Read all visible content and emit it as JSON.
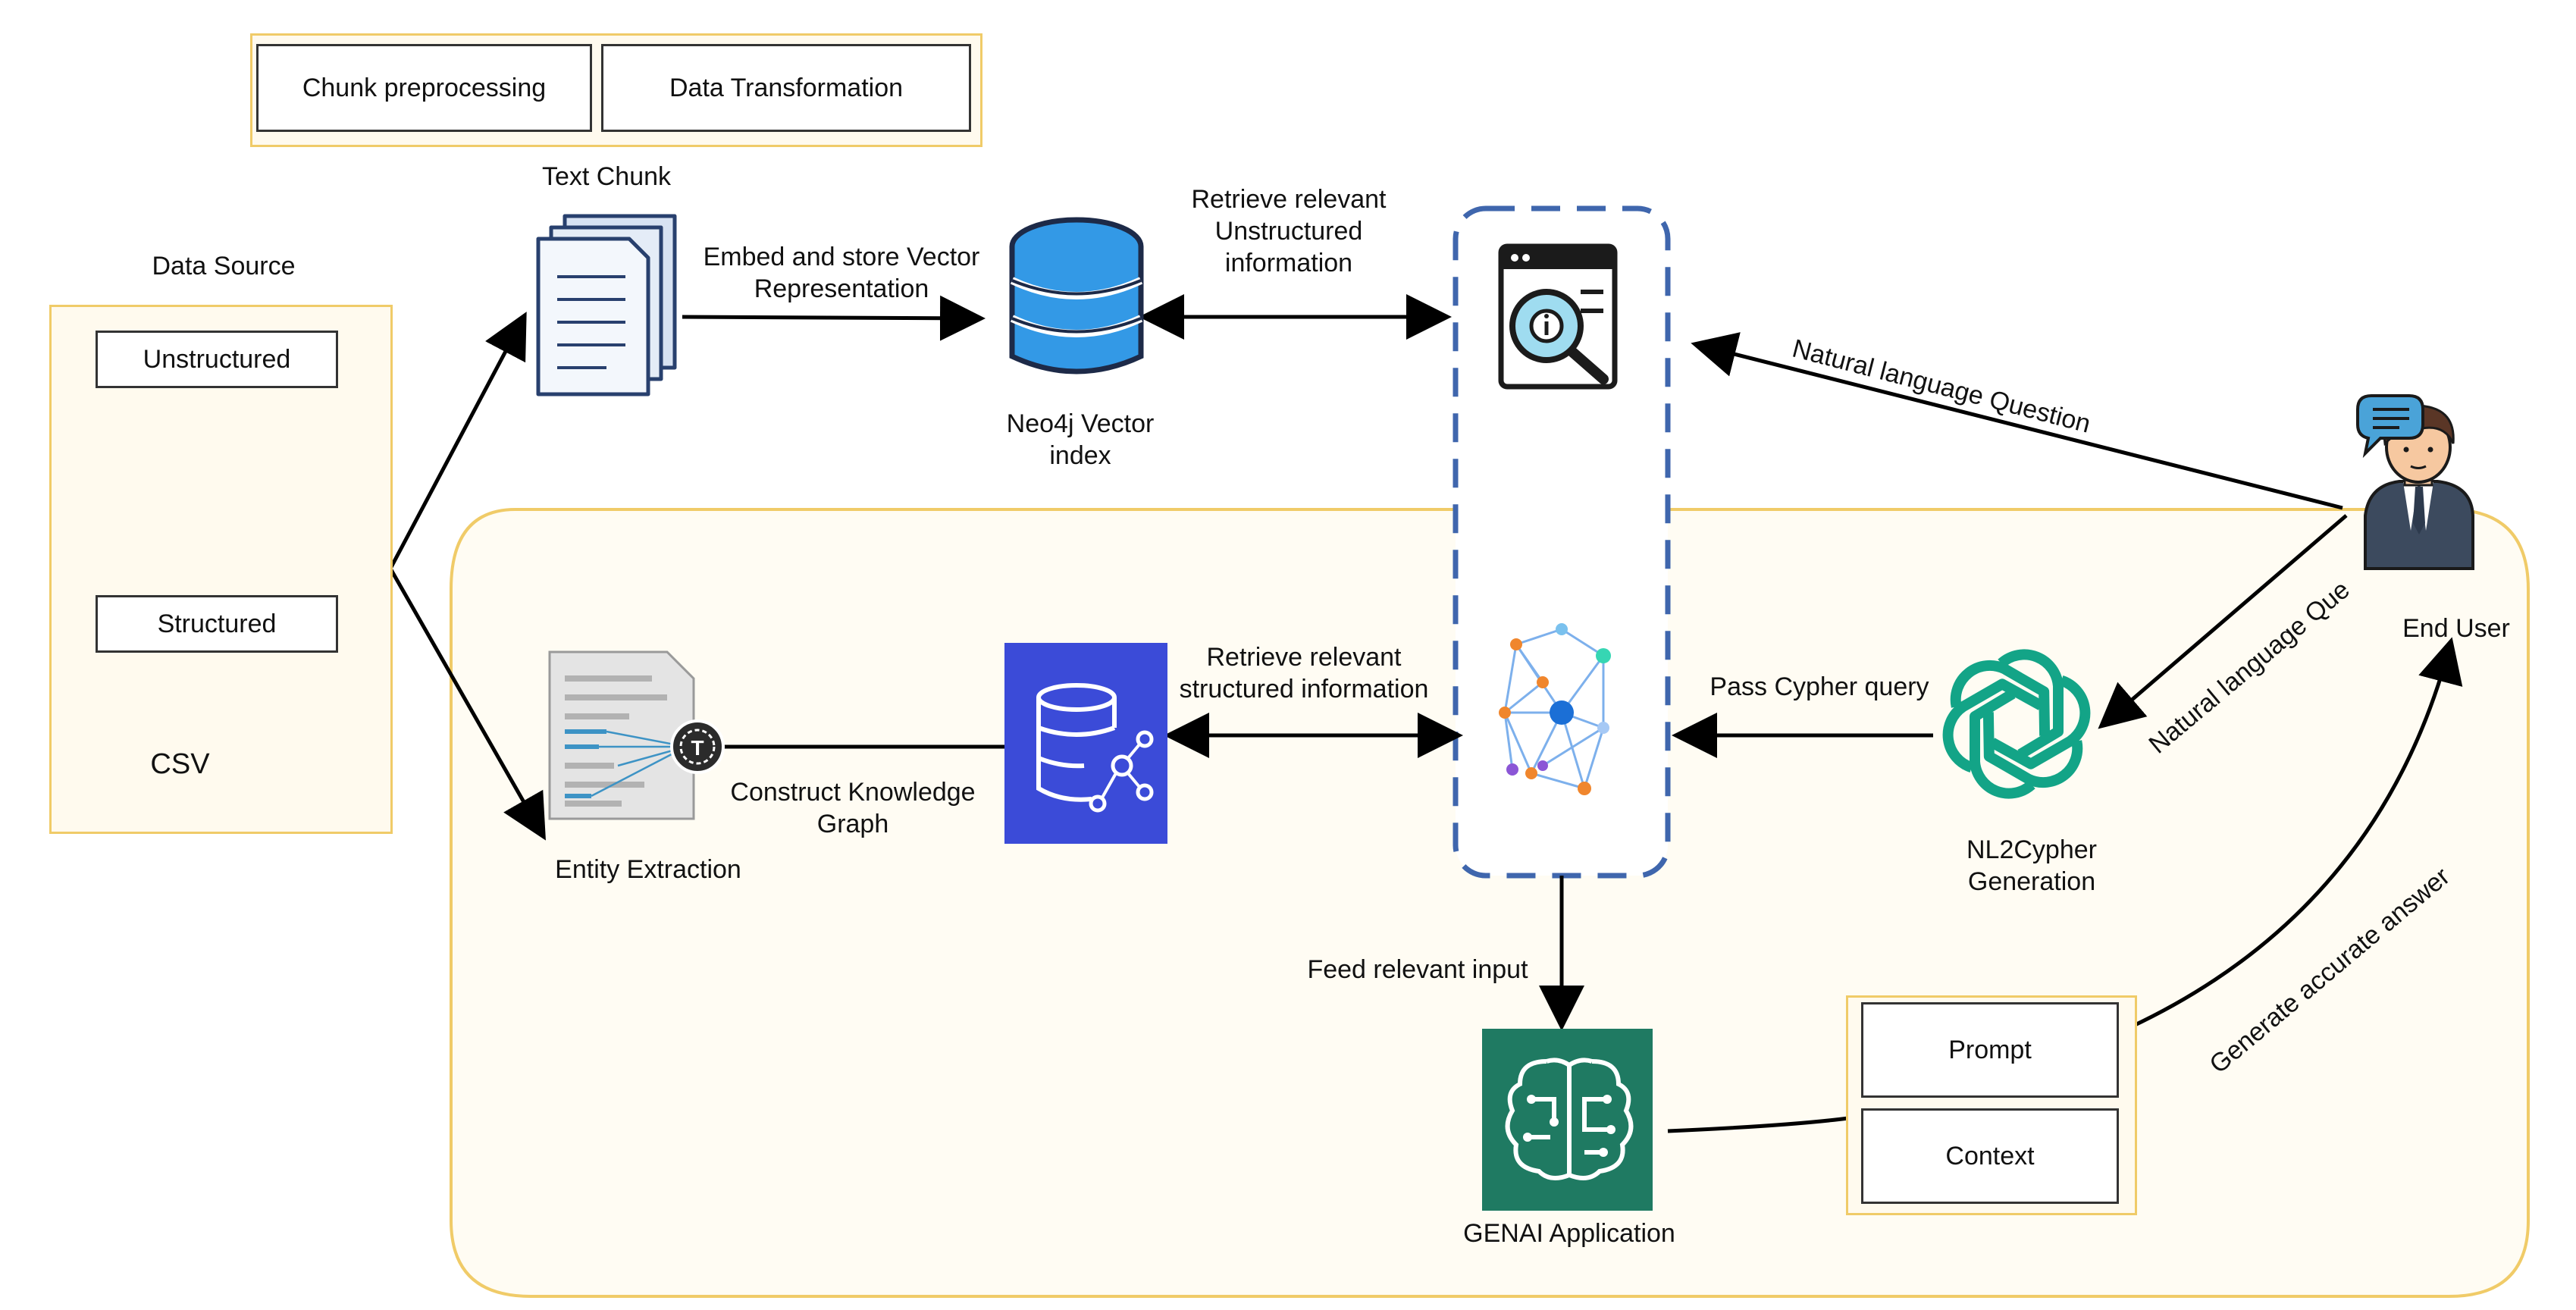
{
  "legend": {
    "chunk_preprocessing": "Chunk preprocessing",
    "data_transformation": "Data Transformation"
  },
  "data_source": {
    "title": "Data Source",
    "unstructured": "Unstructured",
    "structured": "Structured",
    "csv": "CSV"
  },
  "nodes": {
    "text_chunk": "Text Chunk",
    "neo4j_vector_line1": "Neo4j Vector",
    "neo4j_vector_line2": "index",
    "entity_extraction": "Entity Extraction",
    "nl2cypher_line1": "NL2Cypher",
    "nl2cypher_line2": "Generation",
    "genai_app": "GENAI Application",
    "end_user": "End User",
    "prompt": "Prompt",
    "context": "Context"
  },
  "edges": {
    "embed_line1": "Embed and store Vector",
    "embed_line2": "Representation",
    "retrieve_unstructured_line1": "Retrieve  relevant",
    "retrieve_unstructured_line2": "Unstructured",
    "retrieve_unstructured_line3": "information",
    "retrieve_structured_line1": "Retrieve  relevant",
    "retrieve_structured_line2": "structured information",
    "construct_kg_line1": "Construct Knowledge",
    "construct_kg_line2": "Graph",
    "pass_cypher": "Pass Cypher query",
    "feed_input": "Feed relevant  input",
    "nl_question_top": "Natural  language  Question",
    "nl_question_side": "Natural language Que",
    "generate_answer": "Generate accurate answer"
  },
  "colors": {
    "panel_border": "#f0cb68",
    "panel_fill": "#fffaee",
    "dashed_border": "#3f66ad",
    "aws_blue": "#3b4bd8",
    "genai_green": "#1f7a62",
    "openai_green": "#13a487",
    "db_blue": "#2f8fde"
  }
}
